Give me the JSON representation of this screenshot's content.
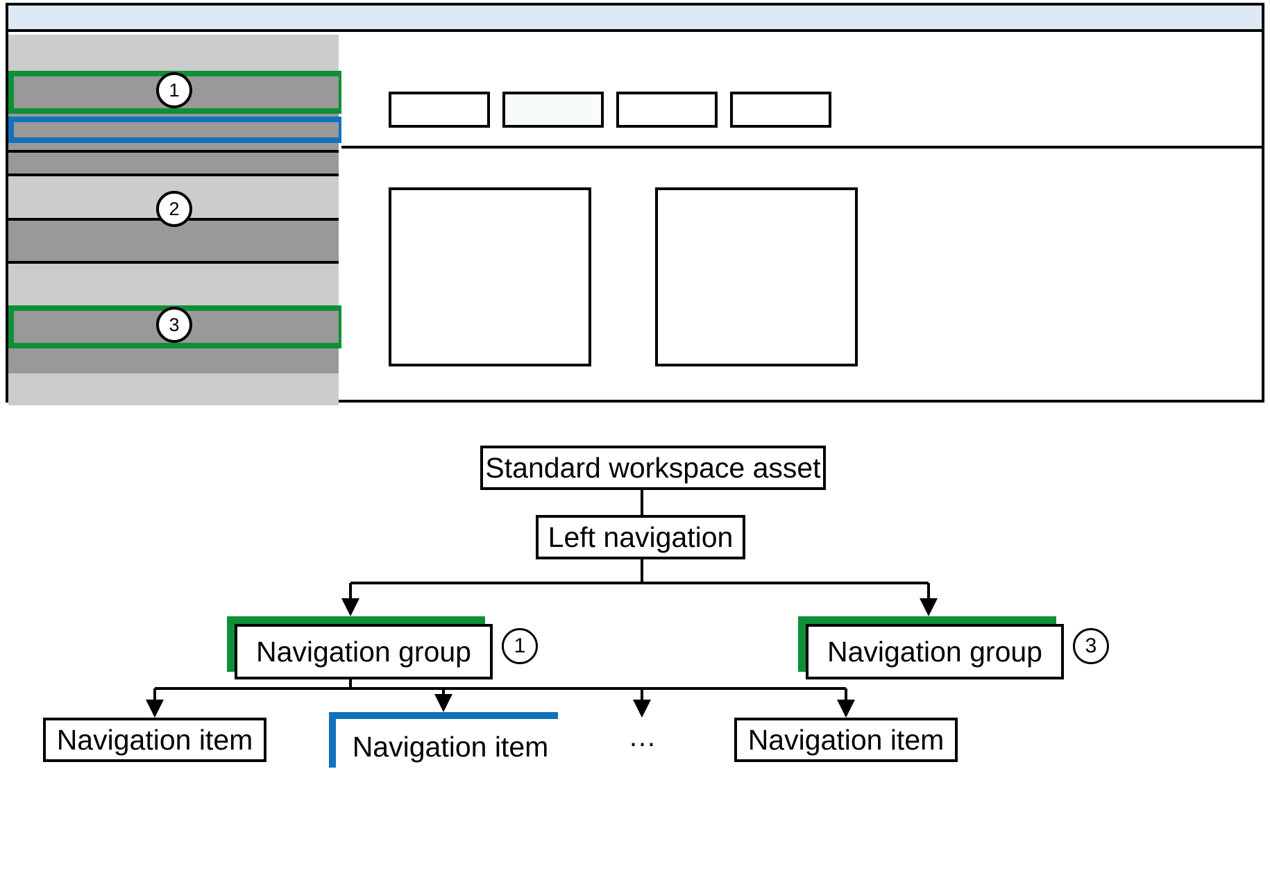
{
  "wireframe": {
    "header": {
      "name": "app-header-bar",
      "color": "#dfe9f5"
    },
    "sidebar": {
      "name": "left-navigation-panel",
      "background": "#cccccc",
      "rows": [
        {
          "type": "group-block",
          "state": "normal"
        },
        {
          "type": "group-header",
          "state": "highlighted-green",
          "callout": "1"
        },
        {
          "type": "nav-item",
          "state": "highlighted-blue"
        },
        {
          "type": "nav-item",
          "state": "normal"
        },
        {
          "type": "group-header",
          "state": "normal"
        },
        {
          "type": "group-block",
          "state": "normal"
        },
        {
          "type": "group-header",
          "state": "normal",
          "callout": "2"
        },
        {
          "type": "group-block",
          "state": "normal"
        },
        {
          "type": "group-header",
          "state": "highlighted-green",
          "callout": "3"
        },
        {
          "type": "group-block",
          "state": "normal"
        }
      ]
    },
    "main": {
      "name": "content-area",
      "tabs": [
        {
          "label": "",
          "selected": false
        },
        {
          "label": "",
          "selected": true
        },
        {
          "label": "",
          "selected": false
        },
        {
          "label": "",
          "selected": false
        }
      ],
      "cards": [
        {
          "label": ""
        },
        {
          "label": ""
        }
      ]
    },
    "callouts": [
      "1",
      "2",
      "3"
    ]
  },
  "tree": {
    "root": {
      "label": "Standard workspace asset"
    },
    "level1": {
      "label": "Left navigation"
    },
    "groups": [
      {
        "label": "Navigation group",
        "highlight": "green",
        "callout": "1"
      },
      {
        "label": "Navigation group",
        "highlight": "green",
        "callout": "3"
      }
    ],
    "items": [
      {
        "label": "Navigation item",
        "highlight": "none"
      },
      {
        "label": "Navigation item",
        "highlight": "blue"
      },
      {
        "label": "…",
        "highlight": "none",
        "is_ellipsis": true
      },
      {
        "label": "Navigation item",
        "highlight": "none"
      }
    ]
  },
  "colors": {
    "highlight_green": "#0f9037",
    "highlight_blue": "#1272bc",
    "header_blue": "#dfe9f5",
    "sidebar_light": "#cccccc",
    "sidebar_dark": "#999999",
    "outline": "#000000",
    "tab_selected_tint": "#f7fcf9"
  }
}
